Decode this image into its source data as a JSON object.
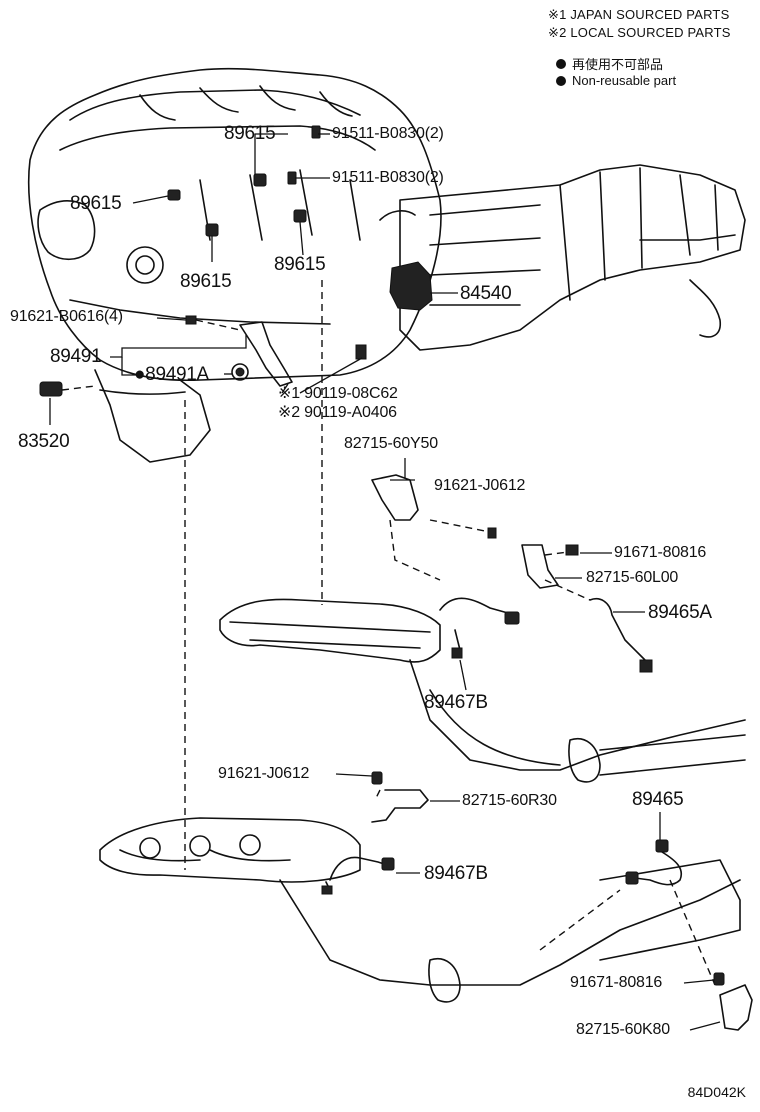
{
  "notes": {
    "japan": "※1 JAPAN SOURCED PARTS",
    "local": "※2 LOCAL SOURCED PARTS"
  },
  "legend": {
    "jp": "再使用不可部品",
    "en": "Non-reusable part"
  },
  "parts": {
    "p89615_a": "89615",
    "p89615_b": "89615",
    "p89615_c": "89615",
    "p89615_d": "89615",
    "p91511_a": "91511-B0830(2)",
    "p91511_b": "91511-B0830(2)",
    "p84540": "84540",
    "p91621_b0616": "91621-B0616(4)",
    "p89491": "89491",
    "p89491a": "●89491A",
    "p83520": "83520",
    "p90119_1": "※1 90119-08C62",
    "p90119_2": "※2 90119-A0406",
    "p82715_60y50": "82715-60Y50",
    "p91621_j0612_a": "91621-J0612",
    "p91671_a": "91671-80816",
    "p82715_60l00": "82715-60L00",
    "p89465a": "89465A",
    "p89467b_a": "89467B",
    "p91621_j0612_b": "91621-J0612",
    "p82715_60r30": "82715-60R30",
    "p89465": "89465",
    "p89467b_b": "89467B",
    "p91671_b": "91671-80816",
    "p82715_60k80": "82715-60K80"
  },
  "figure_ref": "84D042K"
}
